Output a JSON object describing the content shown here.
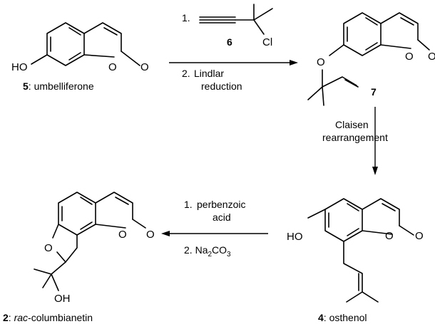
{
  "compounds": {
    "c5": {
      "number": "5",
      "name": "umbelliferone"
    },
    "c7": {
      "number": "7"
    },
    "c4": {
      "number": "4",
      "name": "osthenol"
    },
    "c2": {
      "number": "2",
      "name_italic": "rac",
      "name": "-columbianetin"
    },
    "c6": {
      "number": "6"
    }
  },
  "atoms": {
    "O": "O",
    "HO": "HO",
    "Cl": "Cl",
    "OH": "OH"
  },
  "reagents": {
    "step1_prefix": "1.",
    "step2_prefix": "2.",
    "lindlar_line1": "Lindlar",
    "lindlar_line2": "reduction",
    "claisen_line1": "Claisen",
    "claisen_line2": "rearrangement",
    "perbenzoic_line1": "perbenzoic",
    "perbenzoic_line2": "acid",
    "base": "Na",
    "base_sub1": "2",
    "base_mid": "CO",
    "base_sub2": "3"
  }
}
